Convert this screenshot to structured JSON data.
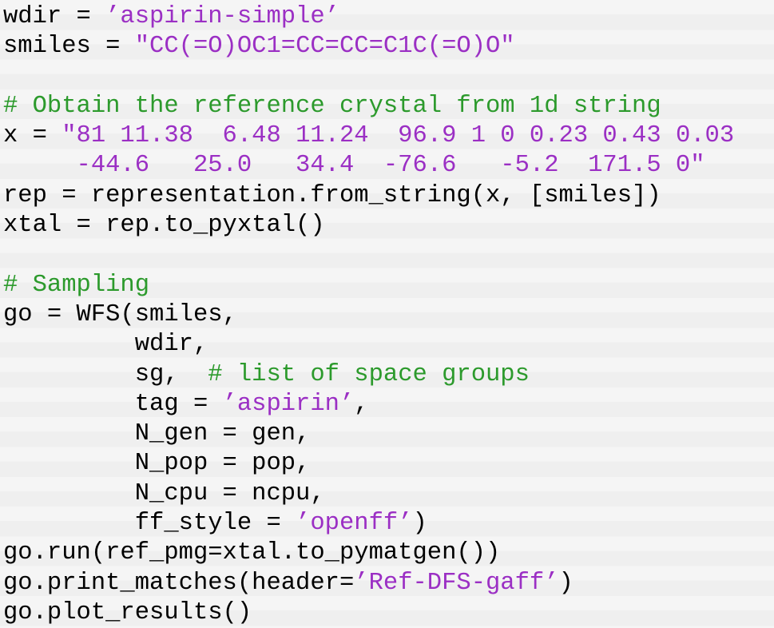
{
  "colors": {
    "text": "#000000",
    "string": "#9b2fc4",
    "comment": "#2c9a2c",
    "background": "#f5f5f5"
  },
  "code_lines": [
    [
      {
        "t": "txt",
        "v": "wdir = "
      },
      {
        "t": "str",
        "v": "’aspirin-simple’"
      }
    ],
    [
      {
        "t": "txt",
        "v": "smiles = "
      },
      {
        "t": "str",
        "v": "\"CC(=O)OC1=CC=CC=C1C(=O)O\""
      }
    ],
    [],
    [
      {
        "t": "com",
        "v": "# Obtain the reference crystal from 1d string"
      }
    ],
    [
      {
        "t": "txt",
        "v": "x = "
      },
      {
        "t": "str",
        "v": "\"81 11.38  6.48 11.24  96.9 1 0 0.23 0.43 0.03"
      }
    ],
    [
      {
        "t": "str",
        "v": "     -44.6   25.0   34.4  -76.6   -5.2  171.5 0\""
      }
    ],
    [
      {
        "t": "txt",
        "v": "rep = representation.from_string(x, [smiles])"
      }
    ],
    [
      {
        "t": "txt",
        "v": "xtal = rep.to_pyxtal()"
      }
    ],
    [],
    [
      {
        "t": "com",
        "v": "# Sampling"
      }
    ],
    [
      {
        "t": "txt",
        "v": "go = WFS(smiles,"
      }
    ],
    [
      {
        "t": "txt",
        "v": "         wdir,"
      }
    ],
    [
      {
        "t": "txt",
        "v": "         sg,  "
      },
      {
        "t": "com",
        "v": "# list of space groups"
      }
    ],
    [
      {
        "t": "txt",
        "v": "         tag = "
      },
      {
        "t": "str",
        "v": "’aspirin’"
      },
      {
        "t": "txt",
        "v": ","
      }
    ],
    [
      {
        "t": "txt",
        "v": "         N_gen = gen,"
      }
    ],
    [
      {
        "t": "txt",
        "v": "         N_pop = pop,"
      }
    ],
    [
      {
        "t": "txt",
        "v": "         N_cpu = ncpu,"
      }
    ],
    [
      {
        "t": "txt",
        "v": "         ff_style = "
      },
      {
        "t": "str",
        "v": "’openff’"
      },
      {
        "t": "txt",
        "v": ")"
      }
    ],
    [
      {
        "t": "txt",
        "v": "go.run(ref_pmg=xtal.to_pymatgen())"
      }
    ],
    [
      {
        "t": "txt",
        "v": "go.print_matches(header="
      },
      {
        "t": "str",
        "v": "’Ref-DFS-gaff’"
      },
      {
        "t": "txt",
        "v": ")"
      }
    ],
    [
      {
        "t": "txt",
        "v": "go.plot_results()"
      }
    ]
  ]
}
